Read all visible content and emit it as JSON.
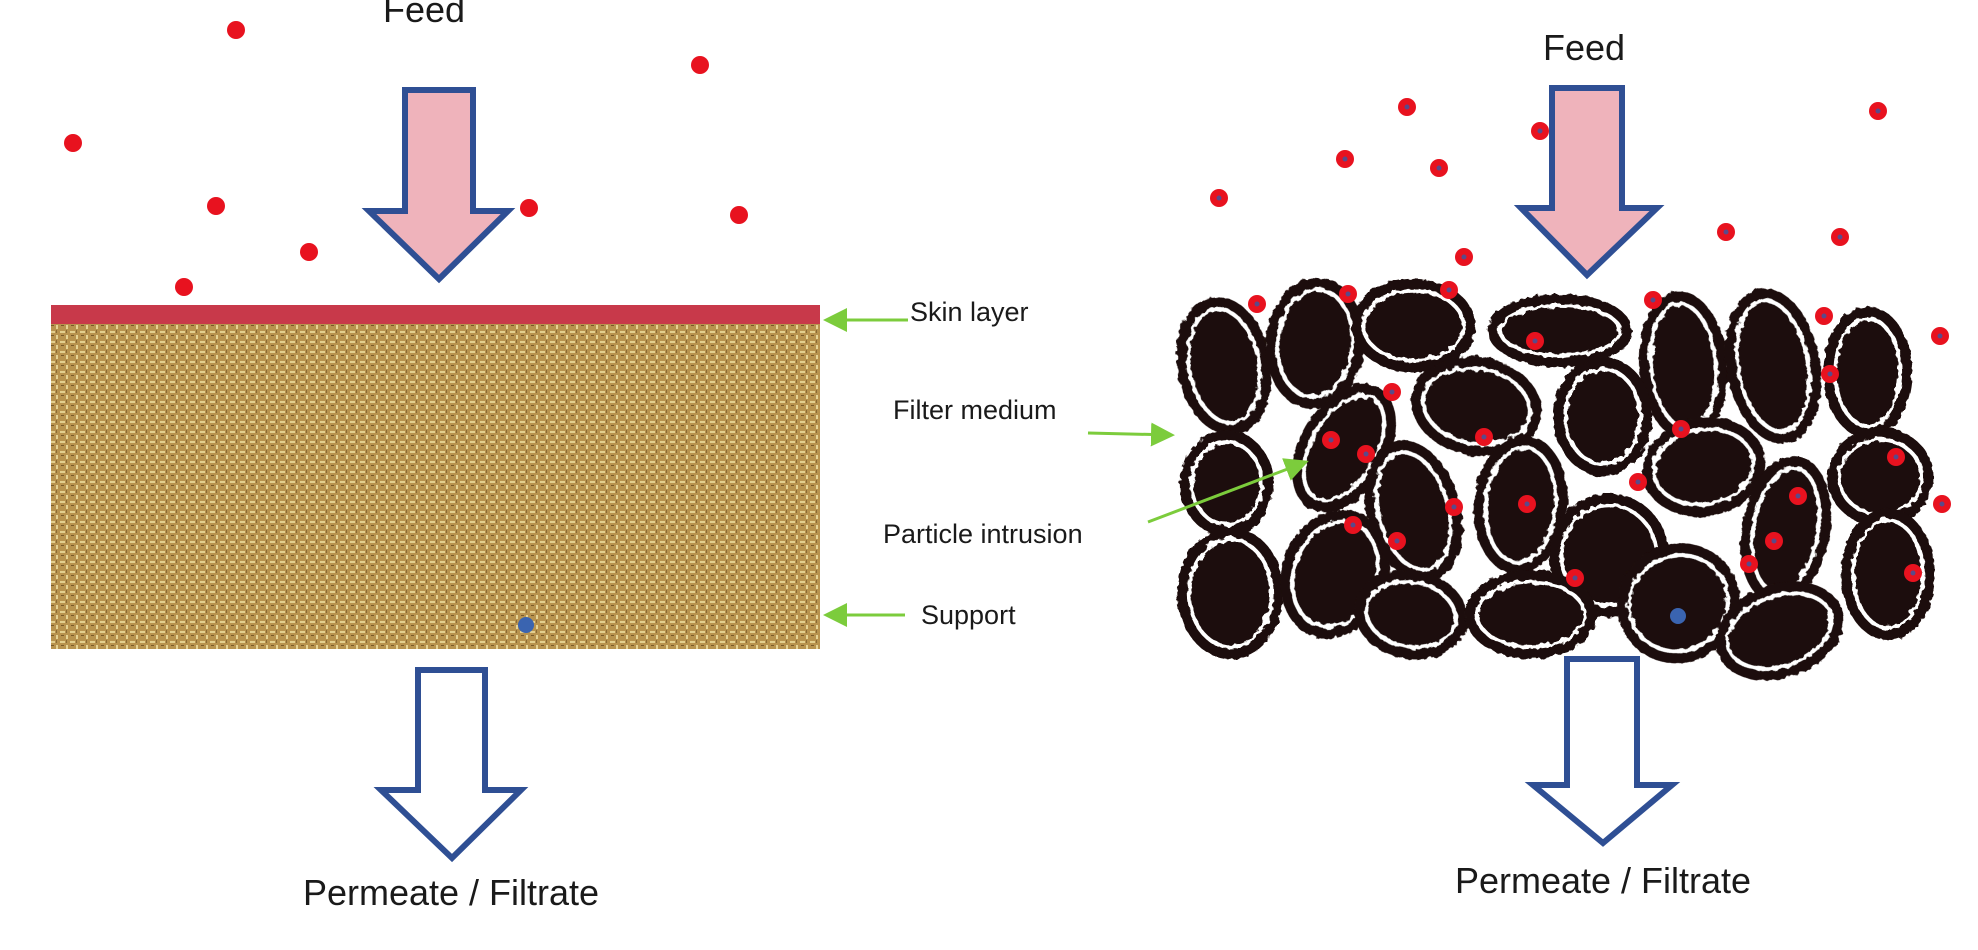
{
  "left_panel": {
    "feed_label": "Feed",
    "skin_layer_label": "Skin layer",
    "support_label": "Support",
    "permeate_label": "Permeate / Filtrate"
  },
  "right_panel": {
    "feed_label": "Feed",
    "filter_medium_label": "Filter medium",
    "particle_intrusion_label": "Particle intrusion",
    "permeate_label": "Permeate / Filtrate"
  },
  "colors": {
    "particle": "#e8121f",
    "small_particle": "#3a64b0",
    "skin_layer": "#c8394a",
    "feed_arrow_fill": "#efb3bb",
    "arrow_outline": "#2f4f94",
    "leader_arrow": "#7ccc3c",
    "support_texture": "#b8934e",
    "grain": "#1e0f0c"
  }
}
